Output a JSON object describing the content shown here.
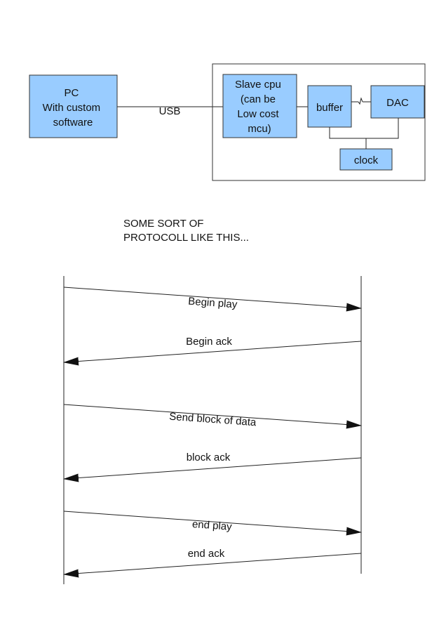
{
  "colors": {
    "box_fill": "#99ccff",
    "box_stroke": "#333333",
    "line": "#222222",
    "text": "#111111"
  },
  "block_diagram": {
    "pc": {
      "lines": [
        "PC",
        "With custom",
        "software"
      ]
    },
    "usb_label": "USB",
    "slave_cpu": {
      "lines": [
        "Slave cpu",
        "(can be",
        "Low cost",
        "mcu)"
      ]
    },
    "buffer_label": "buffer",
    "dac_label": "DAC",
    "clock_label": "clock"
  },
  "protocol_note": {
    "lines": [
      "SOME SORT OF",
      "PROTOCOLL LIKE THIS..."
    ]
  },
  "sequence": {
    "messages": [
      {
        "label": "Begin play",
        "direction": "right"
      },
      {
        "label": "Begin ack",
        "direction": "left"
      },
      {
        "label": "Send block of data",
        "direction": "right"
      },
      {
        "label": "block ack",
        "direction": "left"
      },
      {
        "label": "end play",
        "direction": "right"
      },
      {
        "label": "end ack",
        "direction": "left"
      }
    ]
  }
}
